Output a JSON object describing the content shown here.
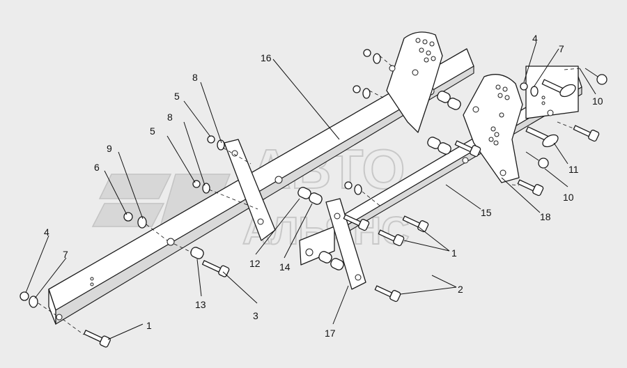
{
  "watermark": {
    "line1": "АВТО",
    "line2": "АЛЬЯНС"
  },
  "callouts": [
    "16",
    "8",
    "5",
    "8",
    "5",
    "9",
    "6",
    "4",
    "7",
    "12",
    "14",
    "13",
    "3",
    "1",
    "17",
    "2",
    "1",
    "15",
    "18",
    "4",
    "7",
    "10",
    "11",
    "10"
  ]
}
